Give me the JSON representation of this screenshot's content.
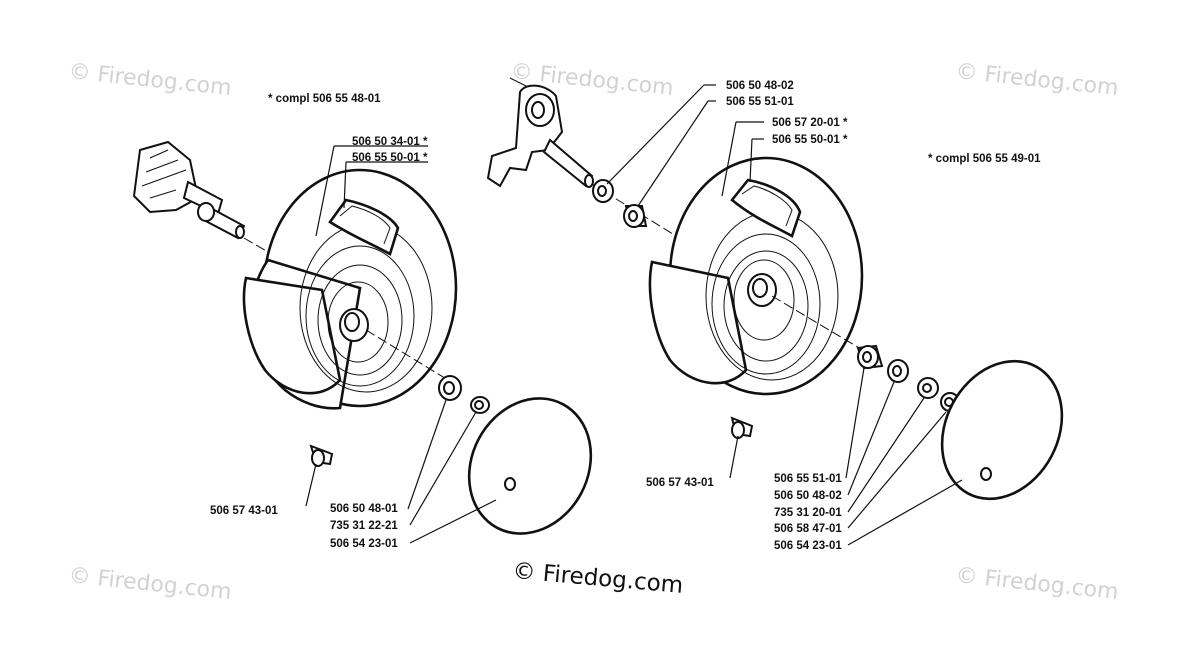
{
  "watermark": "© Firedog.com",
  "copyright": "© Firedog.com",
  "left_assembly": {
    "compl_note": "*  compl 506 55 48-01",
    "wheel_labels": [
      "506 50 34-01  *",
      "506 55 50-01  *"
    ],
    "pin_label": "506 57 43-01",
    "hardware_labels": [
      "506 50 48-01",
      "735 31 22-21",
      "506 54 23-01"
    ]
  },
  "right_assembly": {
    "compl_note": "*  compl 506 55 49-01",
    "spacer_labels": [
      "506 50 48-02",
      "506 55 51-01"
    ],
    "wheel_labels": [
      "506 57 20-01  *",
      "506 55 50-01  *"
    ],
    "pin_label": "506 57 43-01",
    "hardware_labels": [
      "506 55 51-01",
      "506 50 48-02",
      "735 31 20-01",
      "506 58 47-01",
      "506 54 23-01"
    ]
  }
}
